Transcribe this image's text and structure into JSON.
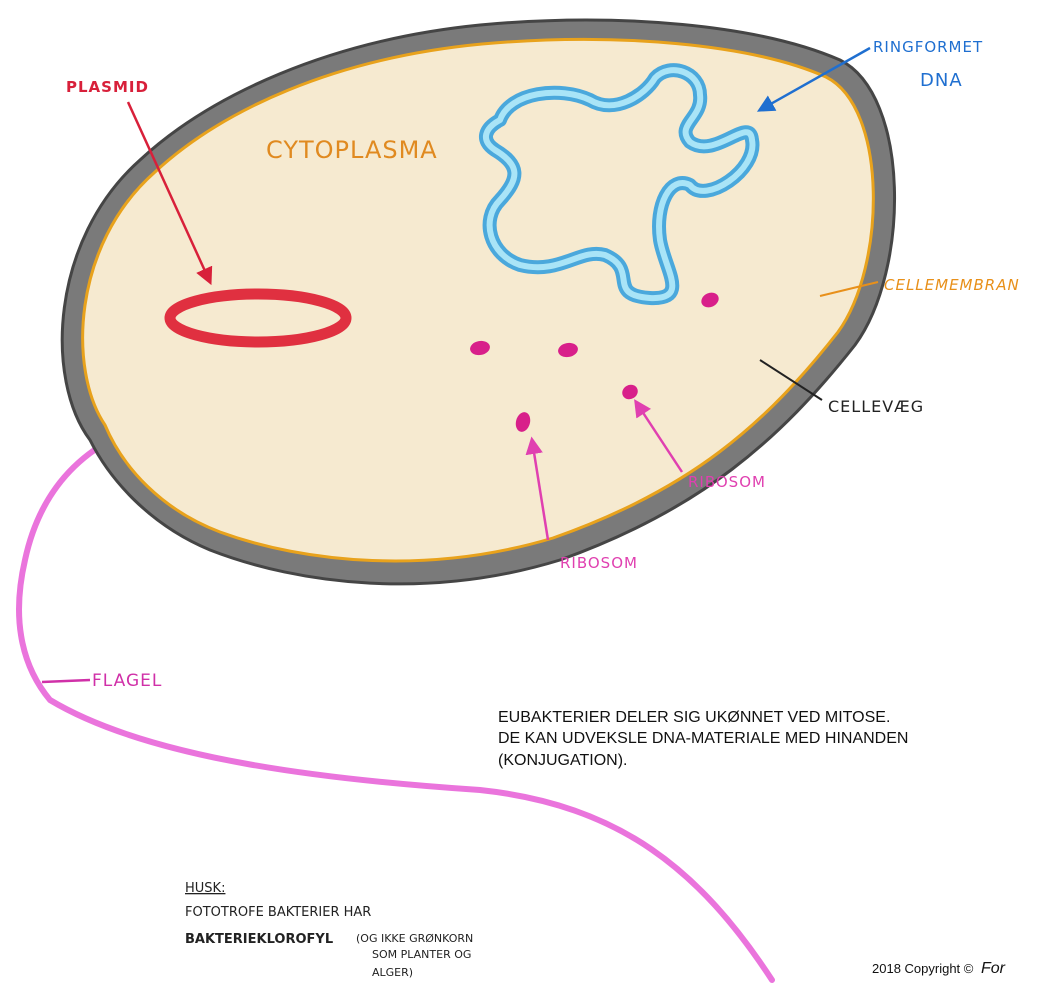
{
  "labels": {
    "plasmid": "PLASMID",
    "cytoplasma": "CYTOPLASMA",
    "ringformet_line1": "RINGFORMET",
    "ringformet_line2": "DNA",
    "cellemembran": "CELLEMEMBRAN",
    "cellevaeg": "CELLEVÆG",
    "ribosom_right": "RIBOSOM",
    "ribosom_bottom": "RIBOSOM",
    "flagel": "FLAGEL"
  },
  "info_text": {
    "line1": "EUBAKTERIER DELER SIG UKØNNET VED MITOSE.",
    "line2": "DE KAN UDVEKSLE DNA-MATERIALE MED HINANDEN",
    "line3": "(KONJUGATION)."
  },
  "note": {
    "heading": "HUSK:",
    "line1": "FOTOTROFE BAKTERIER HAR",
    "bold_term": "BAKTERIEKLOROFYL",
    "paren_line1": "(OG IKKE GRØNKORN",
    "paren_line2": "SOM PLANTER OG",
    "paren_line3": "ALGER)"
  },
  "copyright": {
    "text": "2018 Copyright ©",
    "italic": "For"
  },
  "colors": {
    "cell_wall": "#6b6b6b",
    "membrane": "#e8a21c",
    "cytoplasm": "#f6ead0",
    "dna": "#5cc4ea",
    "plasmid": "#e03040",
    "ribosome": "#d8208a",
    "flagellum": "#ea74dc",
    "plasmid_label": "#d8203a",
    "dna_label": "#1f6fd0",
    "membrane_label": "#e8901a",
    "ribosome_label": "#e040b0",
    "flagel_label": "#d030a8"
  }
}
